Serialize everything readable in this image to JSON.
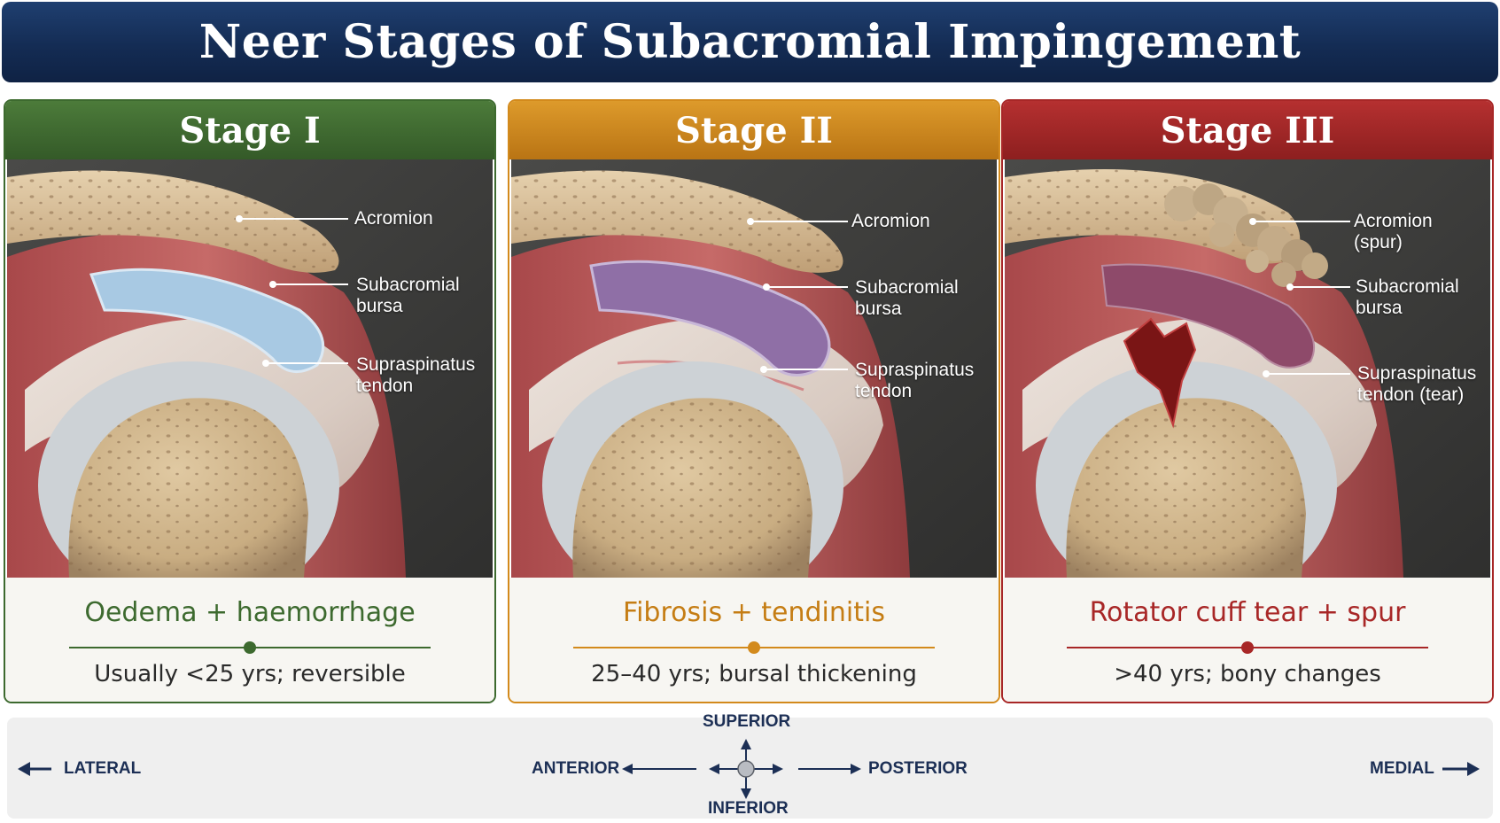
{
  "title": "Neer Stages of Subacromial Impingement",
  "stages": [
    {
      "heading": "Stage I",
      "color": "#3d6a2f",
      "caption": "Oedema + haemorrhage",
      "subcaption": "Usually <25 yrs; reversible",
      "labels": {
        "acromion": "Acromion",
        "bursa_1": "Subacromial",
        "bursa_2": "bursa",
        "tendon_1": "Supraspinatus",
        "tendon_2": "tendon"
      },
      "bursa_color": "#9cc2de"
    },
    {
      "heading": "Stage II",
      "color": "#d38a1c",
      "caption": "Fibrosis + tendinitis",
      "subcaption": "25–40 yrs; bursal thickening",
      "labels": {
        "acromion": "Acromion",
        "bursa_1": "Subacromial",
        "bursa_2": "bursa",
        "tendon_1": "Supraspinatus",
        "tendon_2": "tendon"
      },
      "bursa_color": "#8f6fa6"
    },
    {
      "heading": "Stage III",
      "color": "#a82727",
      "caption": "Rotator cuff tear + spur",
      "subcaption": ">40 yrs; bony changes",
      "labels": {
        "acromion_1": "Acromion",
        "acromion_2": "(spur)",
        "bursa_1": "Subacromial",
        "bursa_2": "bursa",
        "tendon_1": "Supraspinatus",
        "tendon_2": "tendon (tear)"
      },
      "bursa_color": "#8e4a6a"
    }
  ],
  "orientation": {
    "lateral": "LATERAL",
    "medial": "MEDIAL",
    "superior": "SUPERIOR",
    "inferior": "INFERIOR",
    "anterior": "ANTERIOR",
    "posterior": "POSTERIOR"
  }
}
